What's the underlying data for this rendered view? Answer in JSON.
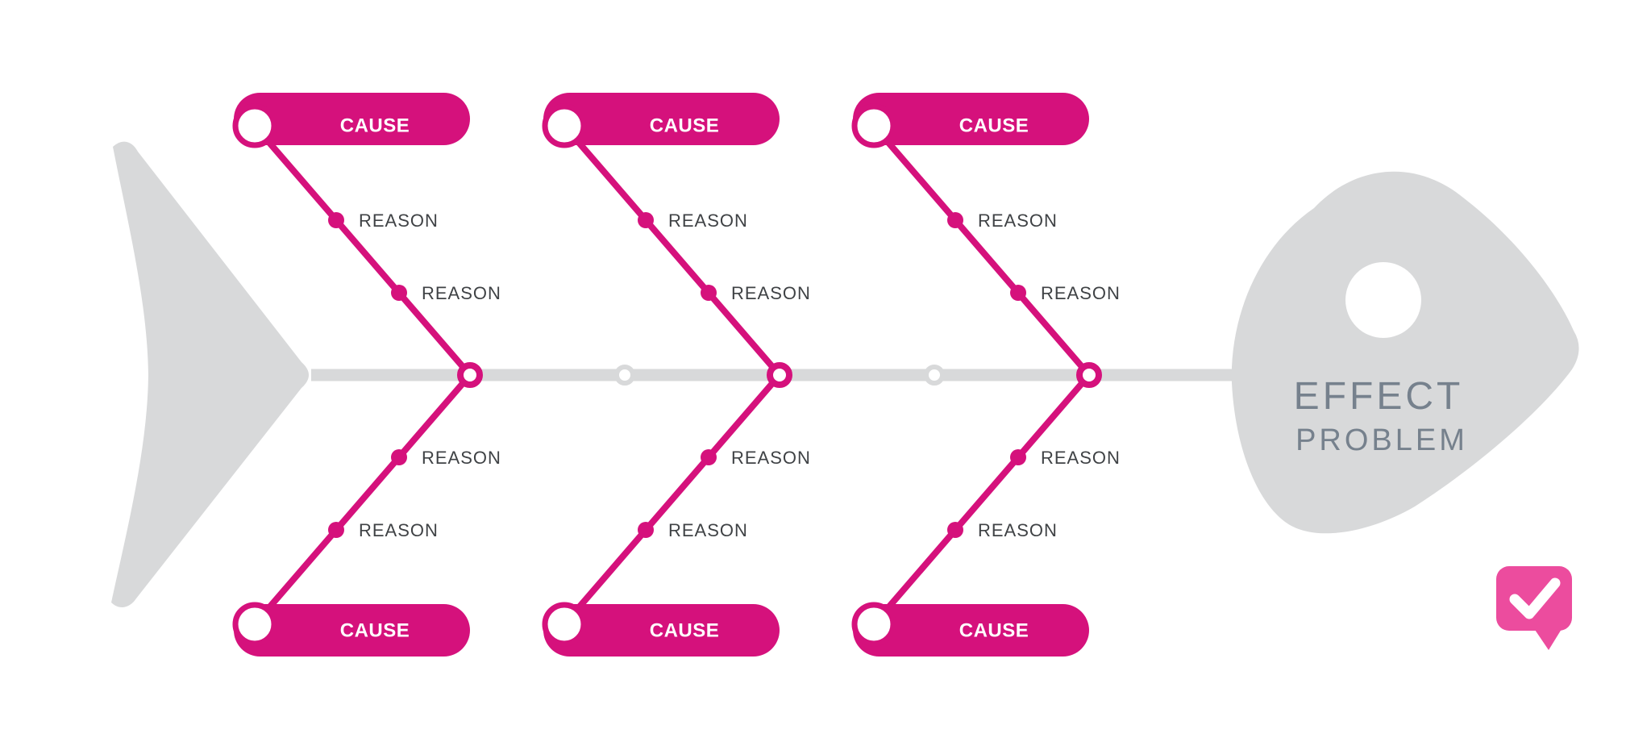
{
  "colors": {
    "deep_pink": "#d5117c",
    "bubble_pink": "#ec4c9e",
    "shape_gray": "#d8d9da",
    "slate_text": "#76818d",
    "dark_text": "#3f4245",
    "white": "#ffffff"
  },
  "head": {
    "effect_label": "EFFECT",
    "problem_label": "PROBLEM"
  },
  "chevrons": [
    {
      "top": {
        "cause_label": "CAUSE",
        "reasons": [
          "REASON",
          "REASON"
        ]
      },
      "bottom": {
        "cause_label": "CAUSE",
        "reasons": [
          "REASON",
          "REASON"
        ]
      }
    },
    {
      "top": {
        "cause_label": "CAUSE",
        "reasons": [
          "REASON",
          "REASON"
        ]
      },
      "bottom": {
        "cause_label": "CAUSE",
        "reasons": [
          "REASON",
          "REASON"
        ]
      }
    },
    {
      "top": {
        "cause_label": "CAUSE",
        "reasons": [
          "REASON",
          "REASON"
        ]
      },
      "bottom": {
        "cause_label": "CAUSE",
        "reasons": [
          "REASON",
          "REASON"
        ]
      }
    }
  ],
  "icons": {
    "check_bubble_icon": "✔"
  }
}
